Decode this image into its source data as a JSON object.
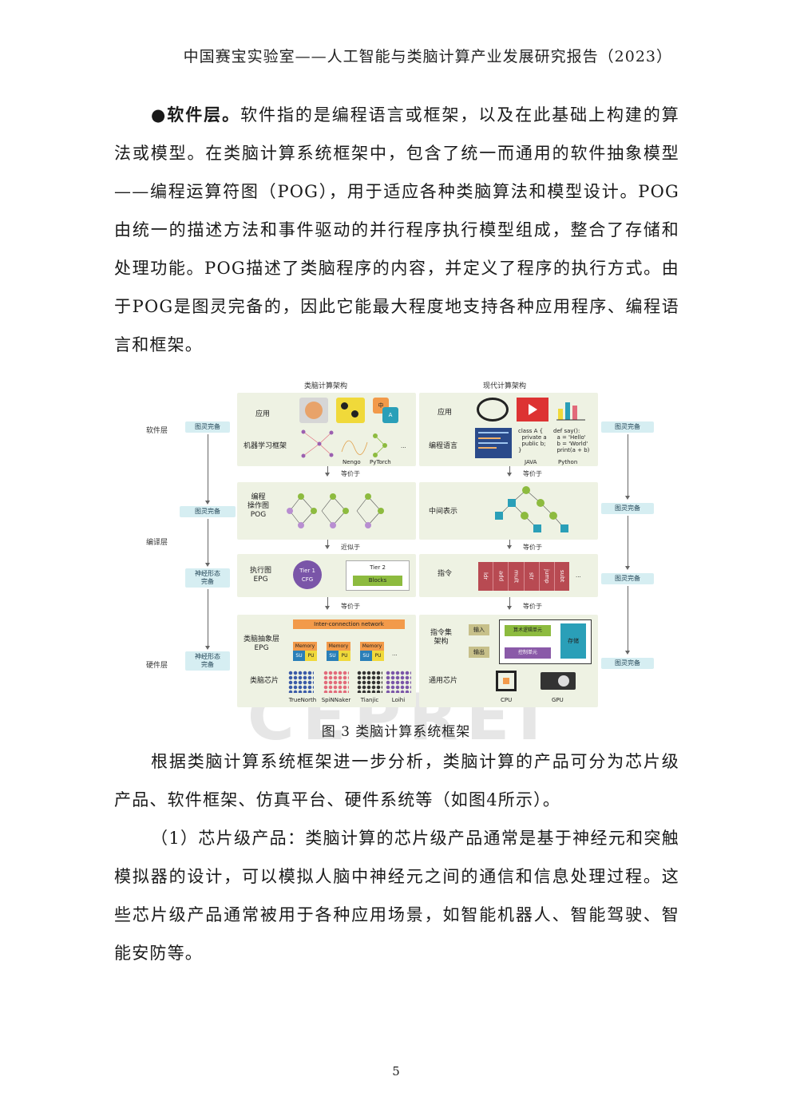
{
  "header": "中国赛宝实验室——人工智能与类脑计算产业发展研究报告（2023）",
  "intro": {
    "lead": "●软件层。",
    "text": "软件指的是编程语言或框架，以及在此基础上构建的算法或模型。在类脑计算系统框架中，包含了统一而通用的软件抽象模型——编程运算符图（POG），用于适应各种类脑算法和模型设计。POG由统一的描述方法和事件驱动的并行程序执行模型组成，整合了存储和处理功能。POG描述了类脑程序的内容，并定义了程序的执行方式。由于POG是图灵完备的，因此它能最大程度地支持各种应用程序、编程语言和框架。"
  },
  "figure": {
    "left_title": "类脑计算架构",
    "right_title": "现代计算架构",
    "side_labels": {
      "software": "软件层",
      "compiler": "编译层",
      "hardware": "硬件层"
    },
    "badges": {
      "l1": "图灵完备",
      "l2": "图灵完备",
      "l3": "神经形态\n完备",
      "l4": "神经形态\n完备",
      "r1": "图灵完备",
      "r2": "图灵完备",
      "r3": "图灵完备",
      "r4": "图灵完备"
    },
    "left": {
      "app": "应用",
      "ml": "机器学习框架",
      "nengo": "Nengo",
      "pytorch": "PyTorch",
      "pog": "编程\n操作图\nPOG",
      "epg": "执行图\nEPG",
      "tier1": "Tier 1\nCFG",
      "tier2": "Tier 2",
      "blocks": "Blocks",
      "abstract": "类脑抽象层\nEPG",
      "inter": "Inter-connection network",
      "memory": "Memory",
      "su": "SU",
      "pu": "PU",
      "chip": "类脑芯片",
      "chips": [
        "TrueNorth",
        "SpiNNaker",
        "Tianjic",
        "Loihi"
      ],
      "ellipsis": "..."
    },
    "right": {
      "app": "应用",
      "lang": "编程语言",
      "java": "JAVA",
      "python": "Python",
      "java_code": "class A {\n  private a\n  public b;\n}",
      "py_code": "def say():\n  a = 'Hello'\n  b = 'World'\n  print(a + b)",
      "ir": "中间表示",
      "instr": "指令",
      "isa": "指令集\n架构",
      "input": "输入",
      "output": "输出",
      "alu": "算术逻辑单元",
      "ctrl": "控制单元",
      "mem": "存储",
      "chip": "通用芯片",
      "cpu": "CPU",
      "gpu": "GPU",
      "instrs": [
        "ldr",
        "add",
        "mult",
        "str",
        "jump",
        "subt"
      ],
      "ellipsis": "..."
    },
    "equiv": {
      "e1": "等价于",
      "e2": "等价于",
      "e3": "近似于",
      "e4": "等价于",
      "e5": "等价于",
      "e6": "等价于"
    }
  },
  "watermark": "CEPREI",
  "caption": "图 3 类脑计算系统框架",
  "para2": "根据类脑计算系统框架进一步分析，类脑计算的产品可分为芯片级产品、软件框架、仿真平台、硬件系统等（如图4所示）。",
  "para3": "（1）芯片级产品：类脑计算的芯片级产品通常是基于神经元和突触模拟器的设计，可以模拟人脑中神经元之间的通信和信息处理过程。这些芯片级产品通常被用于各种应用场景，如智能机器人、智能驾驶、智能安防等。",
  "page_number": "5",
  "colors": {
    "panel": "#eef2e3",
    "badge": "#d6eef2",
    "orange": "#f29a4a",
    "purple": "#8a5aa8",
    "green": "#8dbb3f",
    "teal": "#2a9fb8",
    "red": "#b84a52"
  }
}
